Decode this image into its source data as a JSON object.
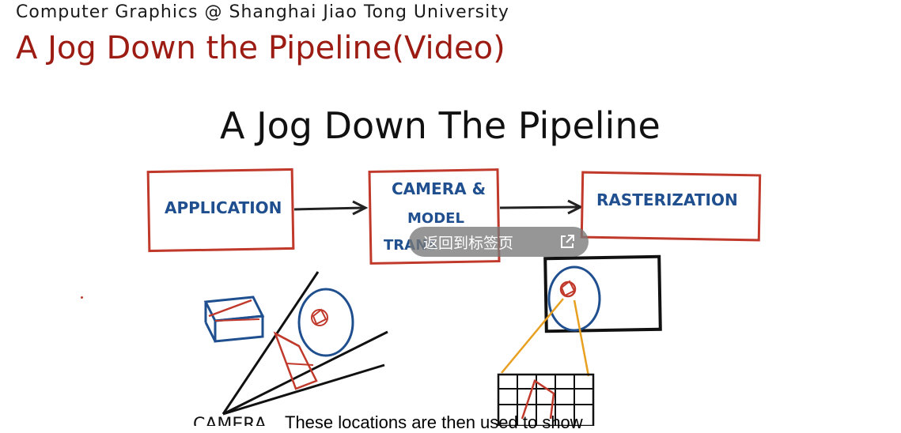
{
  "header": {
    "course": "Computer Graphics @ Shanghai Jiao Tong University",
    "title": "A Jog Down the Pipeline(Video)"
  },
  "video": {
    "slide_title": "A Jog Down The Pipeline",
    "stages": [
      "APPLICATION",
      "CAMERA & MODEL TRANSFORM",
      "RASTERIZATION"
    ],
    "stage_label_lines": {
      "application": "APPLICATION",
      "camera_line1": "CAMERA &",
      "camera_line2": "MODEL",
      "camera_line3": "TRANS",
      "rasterization": "RASTERIZATION"
    },
    "camera_label": "CAMERA",
    "subtitle": "These locations are then used to show",
    "overlay_button": {
      "label": "返回到标签页",
      "icon": "external-link-icon"
    },
    "colors": {
      "box_border": "#c0392b",
      "handwriting": "#1f4f8f",
      "arrow": "#222222",
      "orange": "#e8a020"
    }
  }
}
